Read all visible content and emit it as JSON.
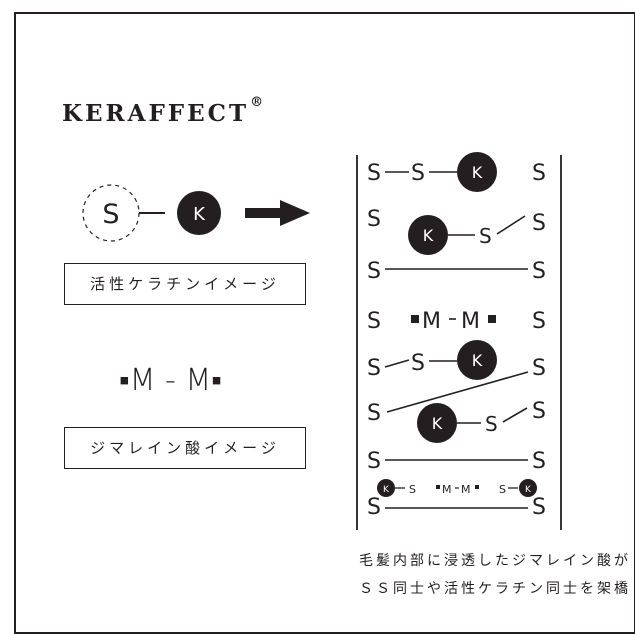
{
  "brand": {
    "name": "KERAFFECT",
    "registered": "®"
  },
  "legend": {
    "s_letter": "S",
    "k_letter": "K",
    "keratin_label": "活性ケラチンイメージ",
    "mm_symbol": "▪M - M▪",
    "acid_label": "ジマレイン酸イメージ"
  },
  "diagram": {
    "s": "S",
    "k": "K",
    "m": "M",
    "small_s": "S",
    "small_m": "M"
  },
  "caption": {
    "line1": "毛髪内部に浸透したジマレイン酸が",
    "line2": "ＳＳ同士や活性ケラチン同士を架橋"
  },
  "colors": {
    "ink": "#231f20",
    "background": "#ffffff"
  }
}
